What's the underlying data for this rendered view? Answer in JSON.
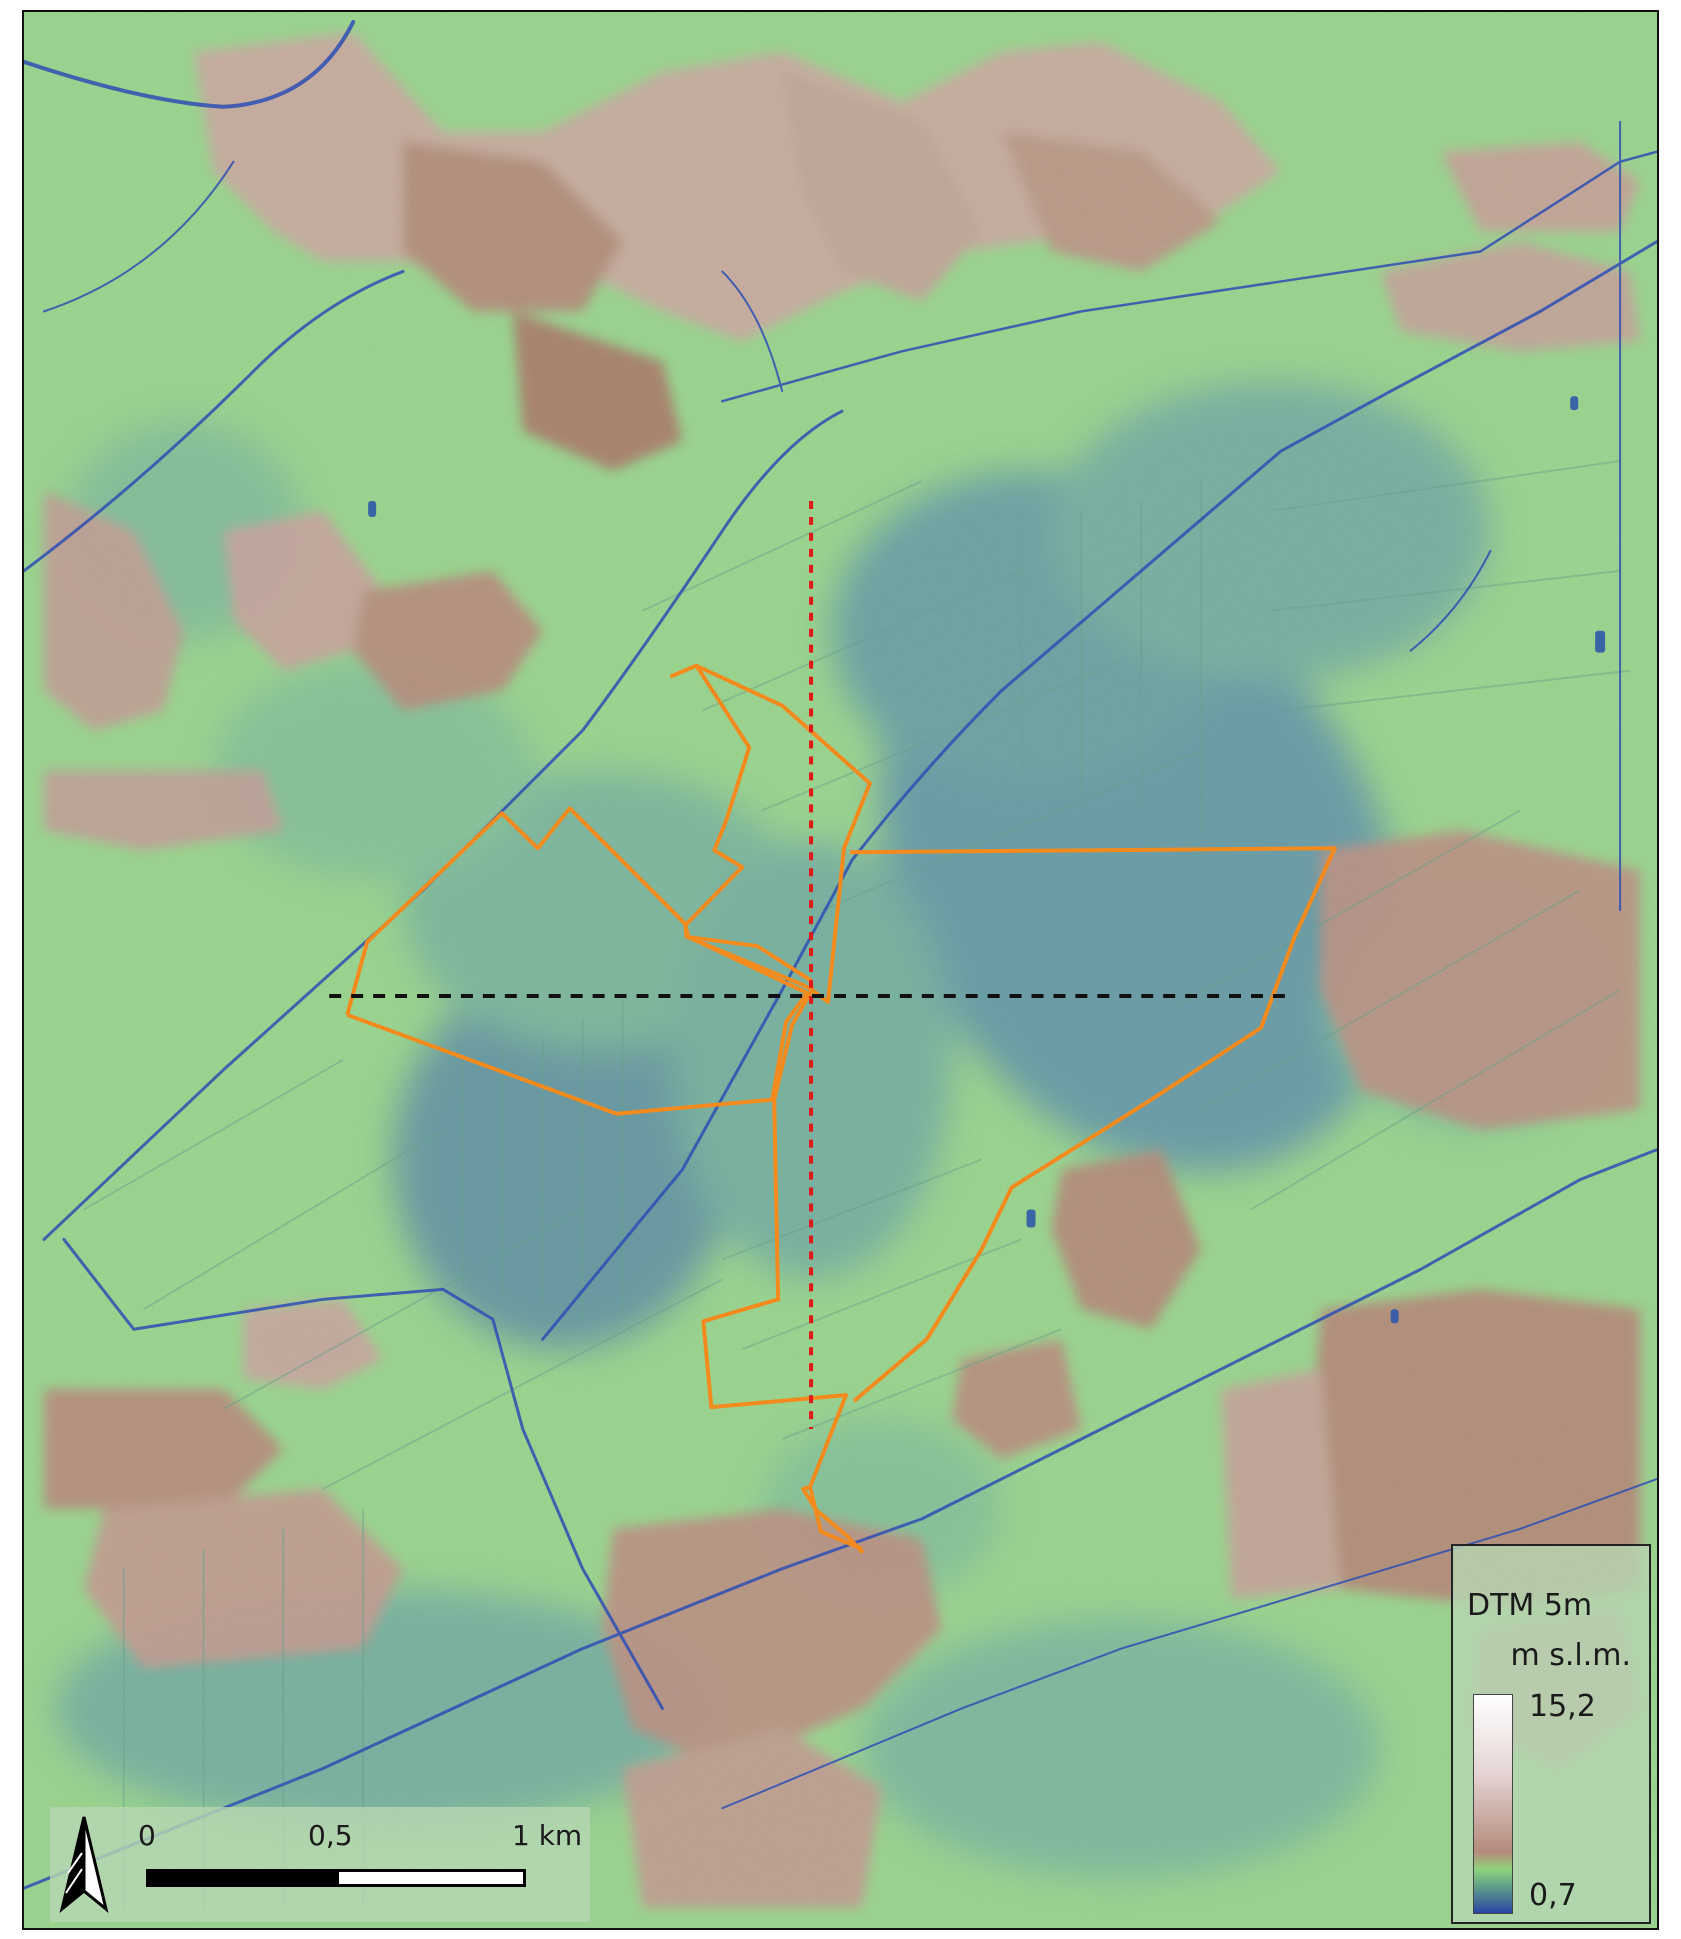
{
  "legend": {
    "title": "DTM 5m",
    "unit": "m s.l.m.",
    "max_value": "15,2",
    "min_value": "0,7"
  },
  "scale_bar": {
    "tick_0": "0",
    "tick_mid": "0,5",
    "tick_end": "1 km"
  },
  "colors": {
    "low_elevation": "#2c45a4",
    "mid_elevation": "#8fd37c",
    "high_elevation": "#b58b7c",
    "peak_elevation": "#ffffff",
    "study_area_outline": "#f28a1e",
    "profile_ns_line": "#e01818",
    "profile_ew_line": "#111111",
    "channel": "#2d4fb4"
  },
  "icons": {
    "north": "north-arrow-icon"
  }
}
